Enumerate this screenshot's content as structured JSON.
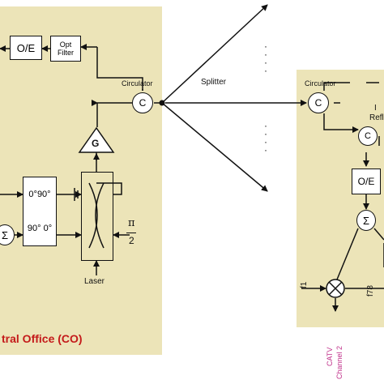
{
  "central_office": {
    "oe_label": "O/E",
    "opt_filter_label": "Opt\nFilter",
    "circulator_label": "Circulator",
    "circulator_symbol": "C",
    "amp_label": "G",
    "phase_shifter_top": "0°90°",
    "phase_shifter_bottom": "90° 0°",
    "sum_symbol": "Σ",
    "pi_numerator": "π",
    "pi_denominator": "2",
    "laser_label": "Laser",
    "title": "tral Office  (CO)"
  },
  "splitter": {
    "label": "Splitter",
    "dots_top": "·\n·\n·\n·",
    "dots_bottom": "·\n·\n·\n·"
  },
  "remote_node": {
    "circulator_label": "Circulator",
    "circulator_symbol": "C",
    "inner_circulator_symbol": "C",
    "partial_label_1": "I",
    "partial_label_2": "Refl",
    "oe_label": "O/E",
    "sum_symbol": "Σ",
    "f1_label": "f1",
    "f78_label": "f78",
    "catv_label": "CATV",
    "channel_label": "Channel 2"
  },
  "colors": {
    "panel_fill": "#ece4b8",
    "line": "#111111",
    "title_red": "#c41a1a",
    "catv_magenta": "#c0308a"
  }
}
